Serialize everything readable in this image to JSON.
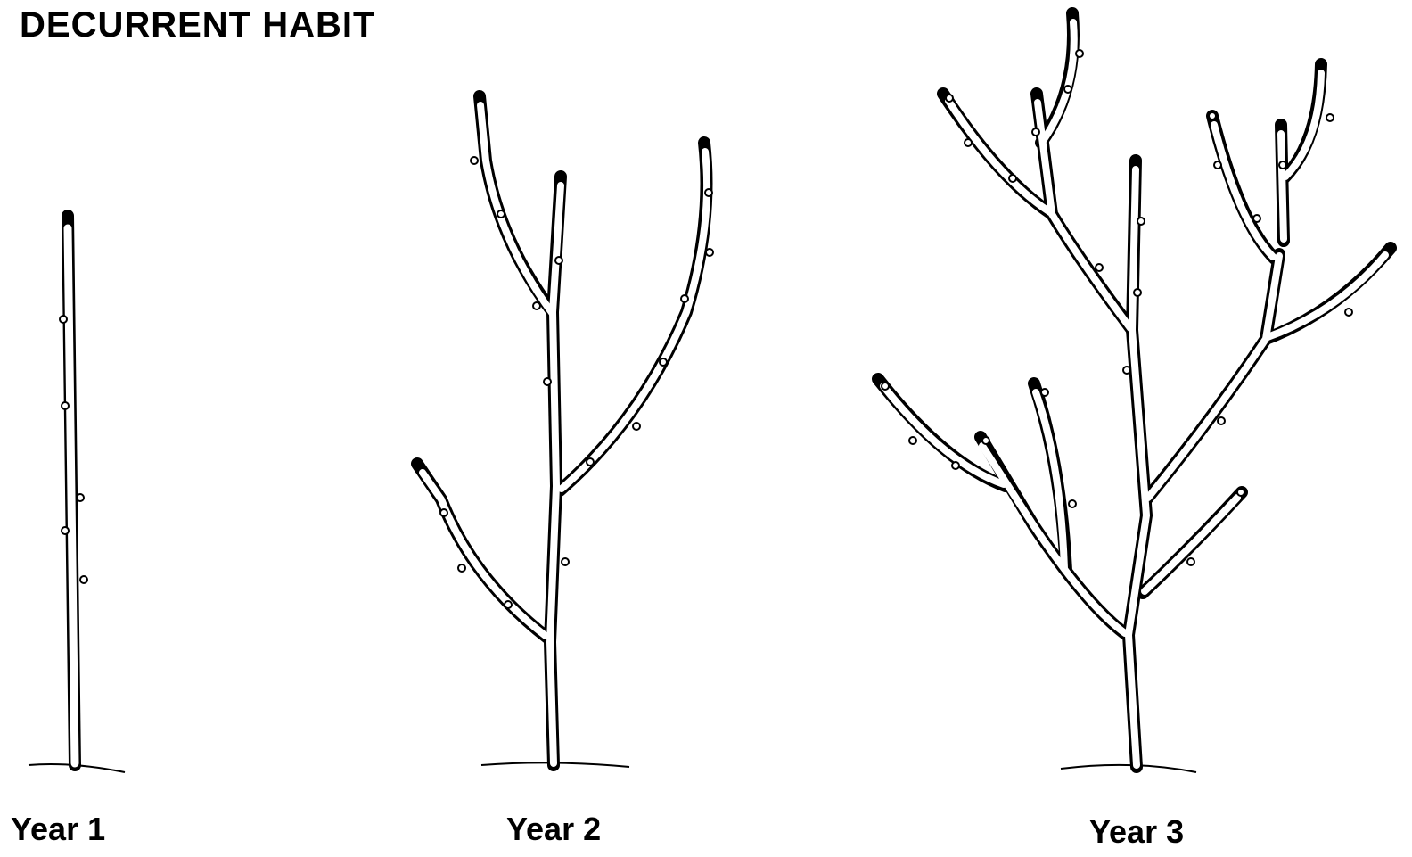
{
  "title": "DECURRENT HABIT",
  "labels": {
    "year1": "Year 1",
    "year2": "Year 2",
    "year3": "Year 3"
  },
  "colors": {
    "line": "#000000",
    "background": "#ffffff"
  }
}
